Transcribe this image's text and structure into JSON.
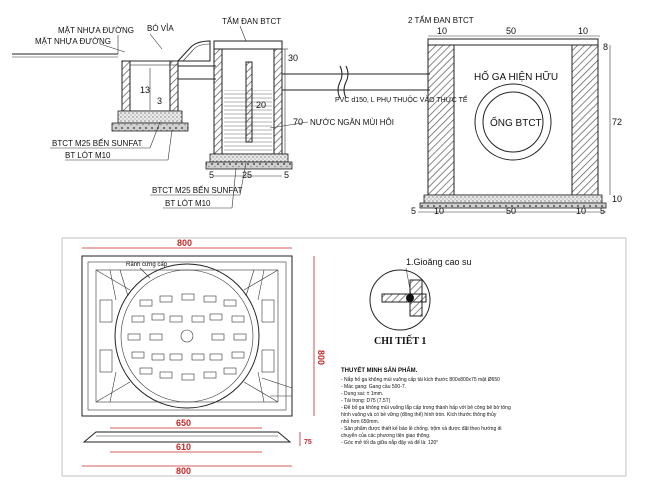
{
  "section": {
    "labels": {
      "road1": "MẶT NHỰA ĐƯỜNG",
      "road2": "MẶT NHỰA ĐƯỜNG",
      "curb": "BÓ VỈA",
      "cover_left": "TẤM ĐAN BTCT",
      "cover_right": "2 TẤM ĐAN BTCT",
      "pipe": "PVC d150, L PHỤ THUỘC VÀO THỰC TẾ",
      "water_seal": "NƯỚC NGĂN MÙI HÔI",
      "existing_pit": "HỐ GA HIỆN HỮU",
      "concrete_pipe": "ỐNG BTCT",
      "base1_left": "BTCT M25 BẾN SUNFAT",
      "base2_left": "BT LÓT M10",
      "base1_mid": "BTCT M25 BẾN SUNFAT",
      "base2_mid": "BT LÓT M10"
    },
    "dims": {
      "top_10": "10",
      "top_50": "50",
      "top_10b": "10",
      "top_8": "8",
      "left_13": "13",
      "left_3": "3",
      "mid_30": "30",
      "mid_20": "20",
      "mid_70": "70",
      "bot_5a": "5",
      "bot_25": "25",
      "bot_5b": "5",
      "right_72": "72",
      "right_10": "10",
      "rb_5a": "5",
      "rb_10a": "10",
      "rb_50": "50",
      "rb_10b": "10",
      "rb_5b": "5"
    }
  },
  "cover": {
    "dims": {
      "width_top": "800",
      "height_right": "800",
      "w650": "650",
      "w610": "610",
      "w800": "800",
      "h75": "75"
    },
    "pointer_label": "Rãnh cứng cấp",
    "detail_callout": "1.Gioăng cao su",
    "detail_title": "CHI TIẾT 1",
    "spec_title": "THUYẾT MINH SẢN PHẨM.",
    "spec_lines": [
      "- Nắp hố ga không mùi vuông cấp tải kích thước 800x800x75 mặt Ø650",
      "- Mác gang: Gang cầu 500-7.",
      "- Dung sai: ± 1mm.",
      "- Tải trọng: D75 (7,5T)",
      "- Để bố ga không mùi vuông lắp cấp trong thành hấp với bê công bê bờ tông",
      "hình vuông và có bề vững (đông thể) hình tròn. Kích thước thông thủy",
      "nhỏ hơn 650mm.",
      "- Sản phẩm được thiết kế bảo lề chống. trộm và được đặt theo hướng di",
      "chuyển của các phương tiện giao thông.",
      "- Góc mở tối đa giữa nắp đậy và để là: 120°"
    ]
  }
}
